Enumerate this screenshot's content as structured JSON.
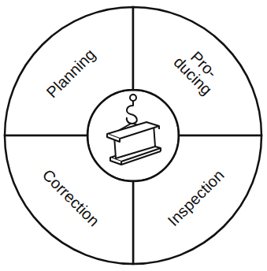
{
  "diagram": {
    "nodes": [
      {
        "text": [
          "Planning"
        ]
      },
      {
        "text": [
          "Pro- ducing"
        ]
      },
      {
        "text": [
          "Inspection"
        ]
      },
      {
        "text": [
          "Correction"
        ]
      }
    ],
    "edges": [
      {
        "from": 0,
        "to": 1,
        "arrow": "to"
      },
      {
        "from": 1,
        "to": 2,
        "arrow": "to"
      },
      {
        "from": 2,
        "to": 3,
        "arrow": "to"
      },
      {
        "from": 3,
        "to": 0,
        "arrow": "to"
      }
    ]
  }
}
